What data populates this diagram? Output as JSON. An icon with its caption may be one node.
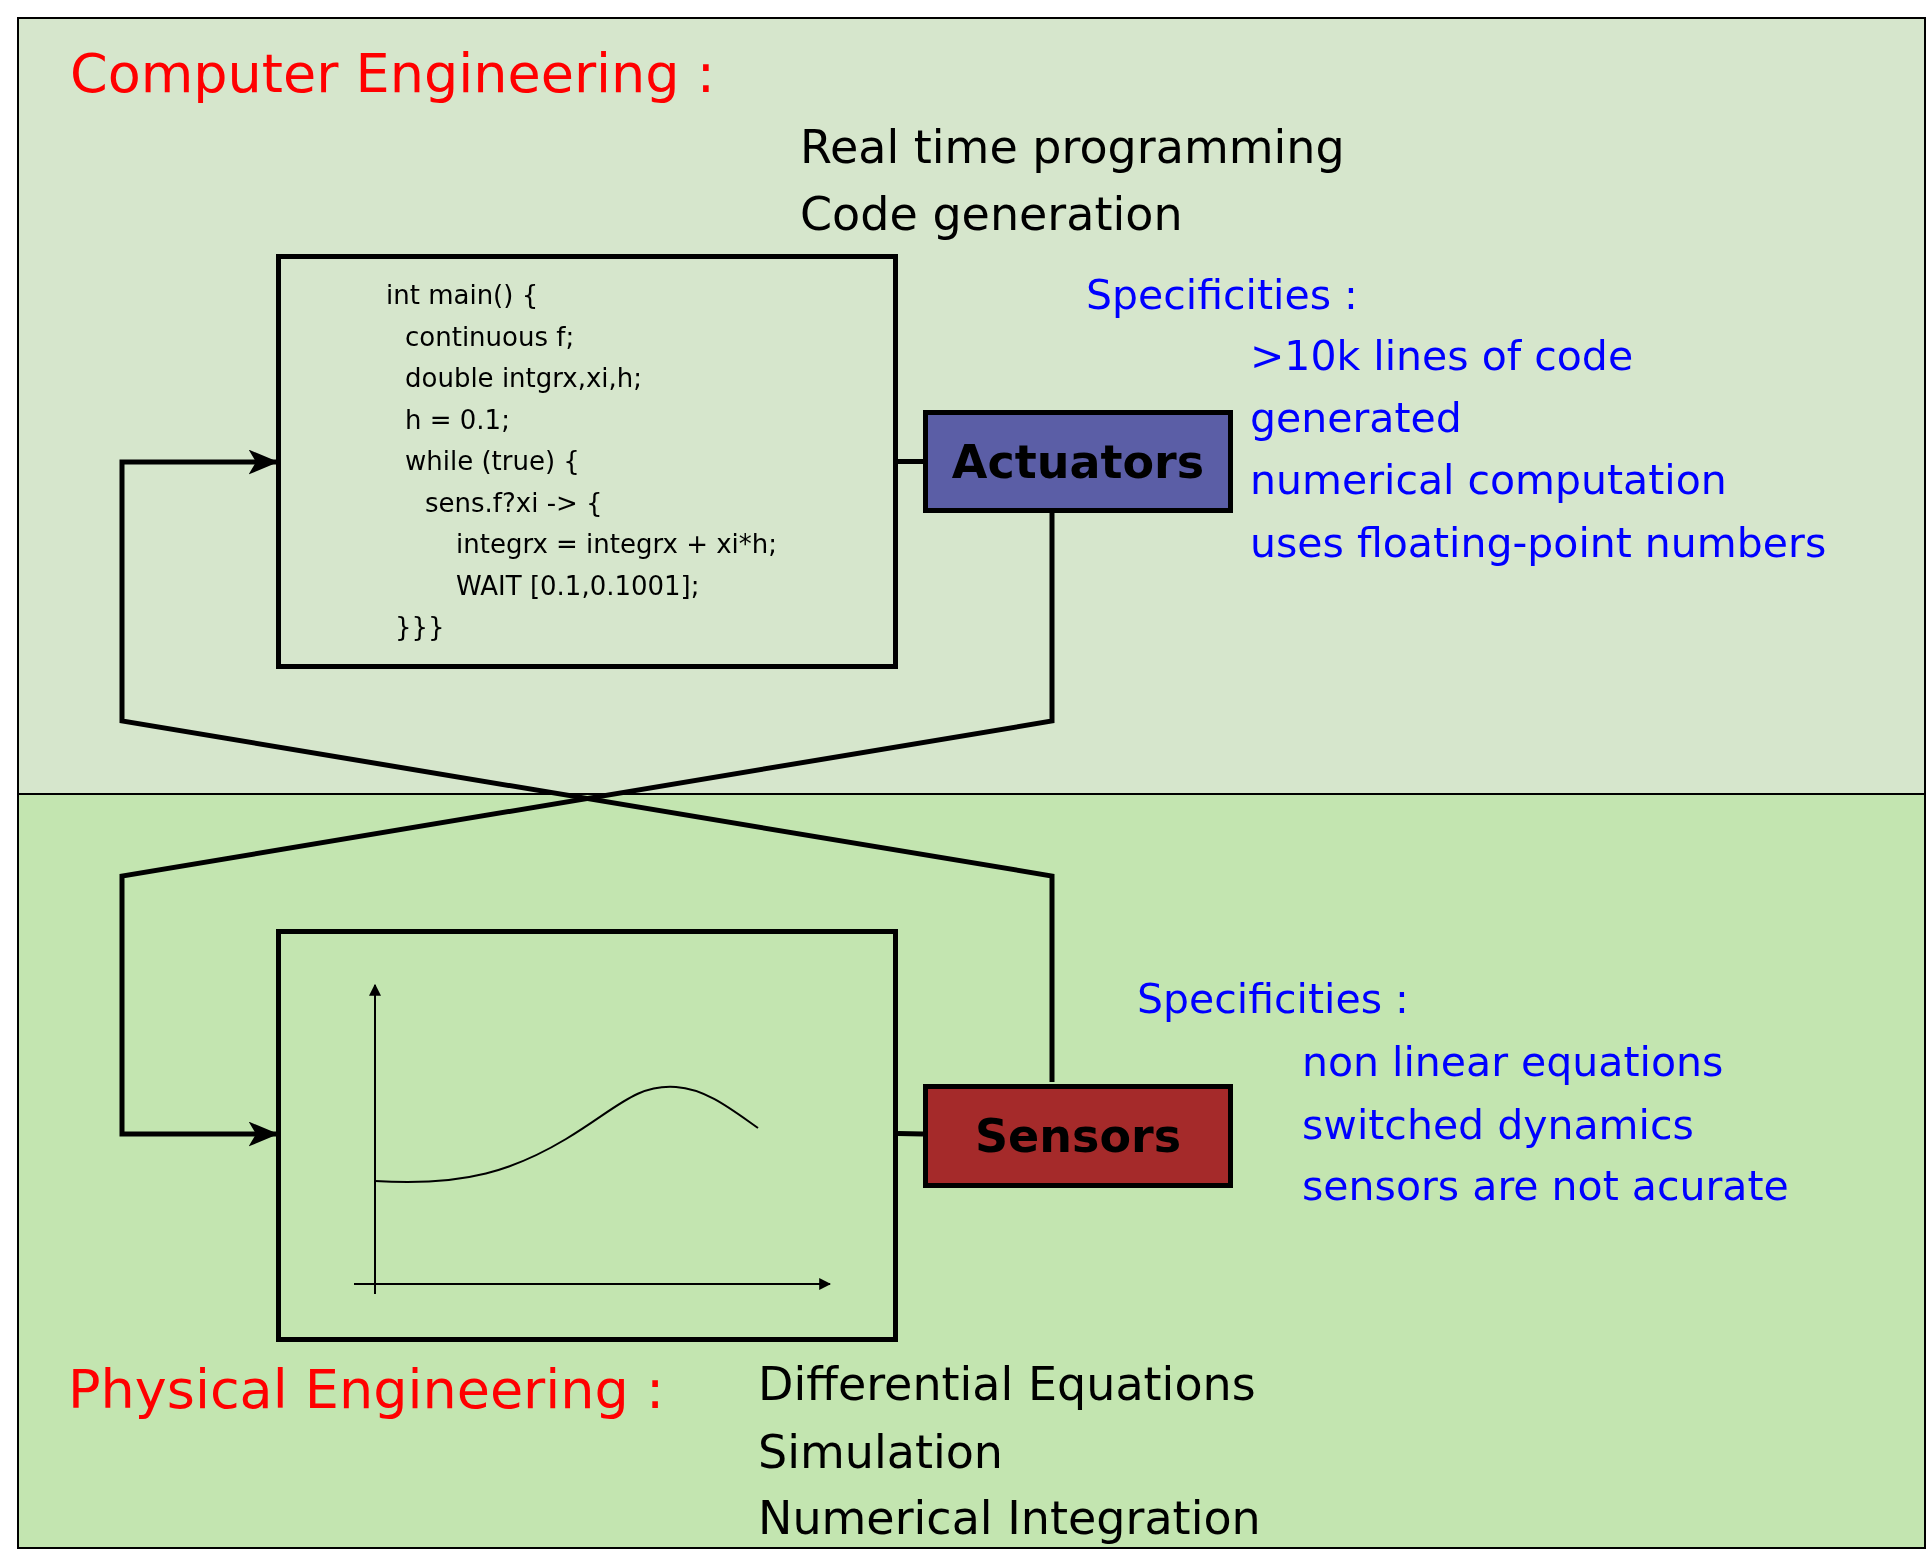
{
  "diagram": {
    "nodes": [
      {
        "text": [
          "Computer Engineering :"
        ]
      },
      {
        "text": [
          "int main() {",
          "continuous f;",
          "double intgrx,xi,h;",
          "h = 0.1;",
          "while (true) {",
          "sens.f?xi -> {",
          "integrx = integrx + xi*h;",
          "WAIT [0.1,0.1001];",
          "}}}"
        ],
        "in": 0
      },
      {
        "text": [
          "Actuators"
        ],
        "in": 0
      },
      {
        "text": [
          "Physical Engineering :"
        ]
      },
      {
        "text": [],
        "shape": "box",
        "in": 3
      },
      {
        "text": [
          "Sensors"
        ],
        "in": 3
      }
    ],
    "edges": [
      {
        "from": 2,
        "to": 4,
        "arrow": "to"
      },
      {
        "from": 5,
        "to": 1,
        "arrow": "to"
      },
      {
        "from": 1,
        "to": 2,
        "arrow": "none"
      },
      {
        "from": 4,
        "to": 5,
        "arrow": "none"
      }
    ],
    "labels": [
      "Real time programming",
      "Code generation",
      "Specificities :",
      ">10k lines of code generated",
      "numerical computation",
      "uses floating-point numbers",
      "Specificities :",
      "non linear equations",
      "switched dynamics",
      "sensors are not acurate",
      "Differential Equations",
      "Simulation",
      "Numerical Integration"
    ]
  }
}
